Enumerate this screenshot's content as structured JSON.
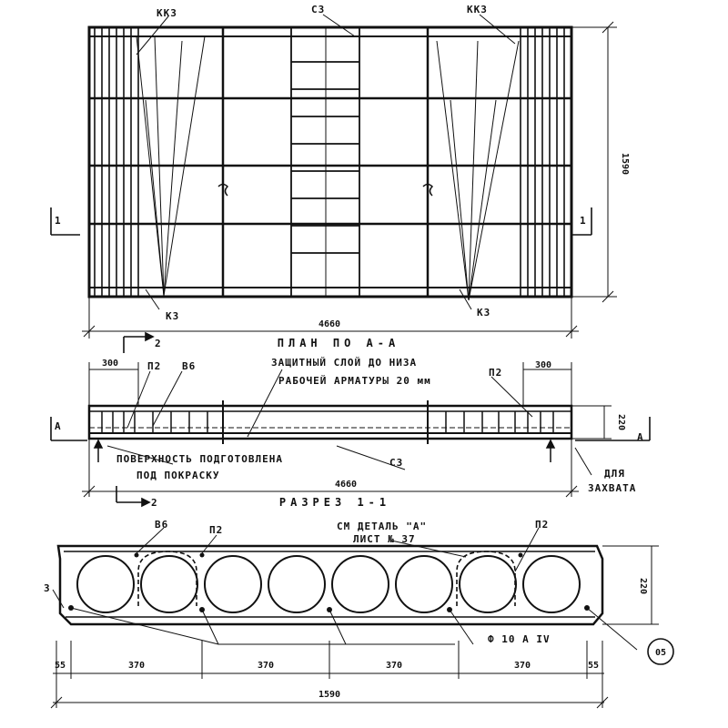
{
  "plan": {
    "title": "ПЛАН ПО А-А",
    "labels": {
      "kk3_left": "КК3",
      "c3_top": "С3",
      "kk3_right": "КК3",
      "k3_left": "К3",
      "k3_right": "К3"
    },
    "dims": {
      "length": "4660",
      "width": "1590"
    },
    "section_marks": {
      "left": "1",
      "right": "1"
    }
  },
  "longitudinal": {
    "title": "РАЗРЕЗ 1-1",
    "dims": {
      "left_end": "300",
      "right_end": "300",
      "length": "4660",
      "height": "220"
    },
    "labels": {
      "p2_left": "П2",
      "v6": "В6",
      "p2_right": "П2",
      "c3": "С3",
      "protective_layer_1": "ЗАЩИТНЫЙ СЛОЙ ДО НИЗА",
      "protective_layer_2": "РАБОЧЕЙ АРМАТУРЫ 20 мм",
      "surface_1": "ПОВЕРХНОСТЬ ПОДГОТОВЛЕНА",
      "surface_2": "ПОД ПОКРАСКУ",
      "grip_1": "ДЛЯ",
      "grip_2": "ЗАХВАТА"
    },
    "section_marks": {
      "top": "2",
      "bottom": "2",
      "left": "А",
      "right": "А"
    }
  },
  "cross": {
    "labels": {
      "v6": "В6",
      "p2_left": "П2",
      "see_detail_1": "СМ ДЕТАЛЬ \"А\"",
      "see_detail_2": "ЛИСТ № 37",
      "p2_right": "П2",
      "rebar": "Ф 10 А IV",
      "side": "3",
      "node": "05"
    },
    "dims": {
      "edge_left": "55",
      "pitch_1": "370",
      "pitch_2": "370",
      "pitch_3": "370",
      "pitch_4": "370",
      "edge_right": "55",
      "width": "1590",
      "height": "220"
    },
    "void_count": 8
  }
}
